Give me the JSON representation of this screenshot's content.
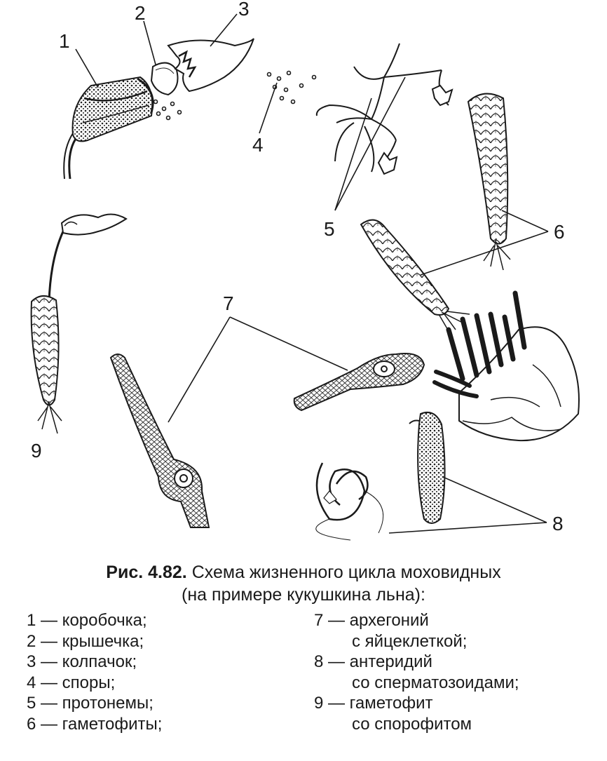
{
  "callout_numbers": [
    "1",
    "2",
    "3",
    "4",
    "5",
    "6",
    "7",
    "8",
    "9"
  ],
  "caption": {
    "fig_number": "Рис. 4.82.",
    "title_line1": "Схема жизненного цикла моховидных",
    "title_line2": "(на примере кукушкина льна):"
  },
  "legend": {
    "left": [
      {
        "text": "1 — коробочка;"
      },
      {
        "text": "2 — крышечка;"
      },
      {
        "text": "3 — колпачок;"
      },
      {
        "text": "4 — споры;"
      },
      {
        "text": "5 — протонемы;"
      },
      {
        "text": "6 — гаметофиты;"
      }
    ],
    "right": [
      {
        "text": "7 — архегоний",
        "cont": "с яйцеклеткой;"
      },
      {
        "text": "8 — антеридий",
        "cont": "со сперматозоидами;"
      },
      {
        "text": "9 — гаметофит",
        "cont": "со спорофитом"
      }
    ]
  }
}
